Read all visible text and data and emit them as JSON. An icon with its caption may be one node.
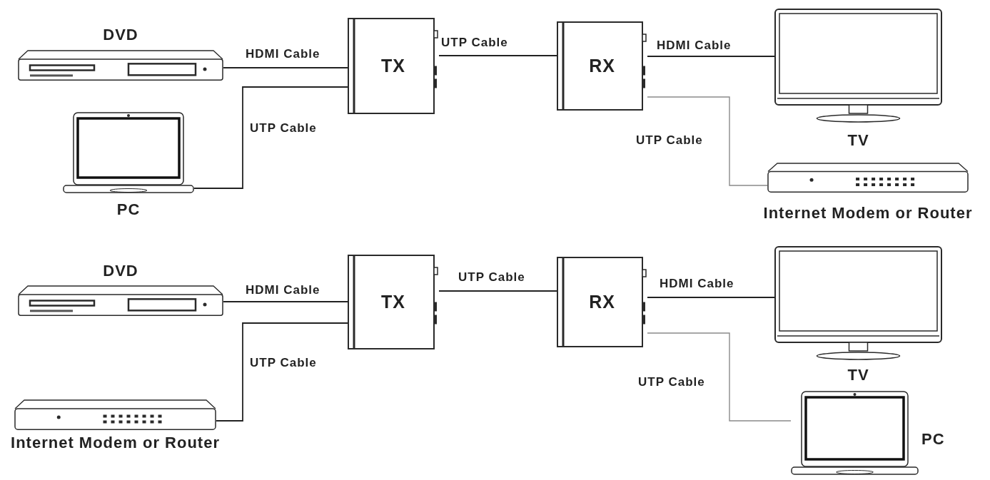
{
  "diagram": {
    "nodes": [
      {
        "text": [
          "DVD"
        ]
      },
      {
        "text": [
          "TX"
        ]
      },
      {
        "text": [
          "RX"
        ]
      },
      {
        "text": [
          "TV"
        ]
      },
      {
        "text": [
          "PC"
        ]
      },
      {
        "text": [
          "Internet Modem or Router"
        ]
      },
      {
        "text": [
          "DVD"
        ]
      },
      {
        "text": [
          "TX"
        ]
      },
      {
        "text": [
          "RX"
        ]
      },
      {
        "text": [
          "TV"
        ]
      },
      {
        "text": [
          "Internet Modem or Router"
        ]
      },
      {
        "text": [
          "PC"
        ]
      }
    ],
    "edges": [
      {
        "from": 0,
        "to": 1,
        "arrow": "none",
        "label": "HDMI Cable"
      },
      {
        "from": 4,
        "to": 1,
        "arrow": "none",
        "label": "UTP Cable"
      },
      {
        "from": 1,
        "to": 2,
        "arrow": "none",
        "label": "UTP Cable"
      },
      {
        "from": 2,
        "to": 3,
        "arrow": "none",
        "label": "HDMI Cable"
      },
      {
        "from": 2,
        "to": 5,
        "arrow": "none",
        "label": "UTP Cable",
        "color": "#8a8a8a"
      },
      {
        "from": 6,
        "to": 7,
        "arrow": "none",
        "label": "HDMI Cable"
      },
      {
        "from": 10,
        "to": 7,
        "arrow": "none",
        "label": "UTP Cable"
      },
      {
        "from": 7,
        "to": 8,
        "arrow": "none",
        "label": "UTP Cable"
      },
      {
        "from": 8,
        "to": 9,
        "arrow": "none",
        "label": "HDMI Cable"
      },
      {
        "from": 8,
        "to": 11,
        "arrow": "none",
        "label": "UTP Cable",
        "color": "#8a8a8a"
      }
    ]
  }
}
